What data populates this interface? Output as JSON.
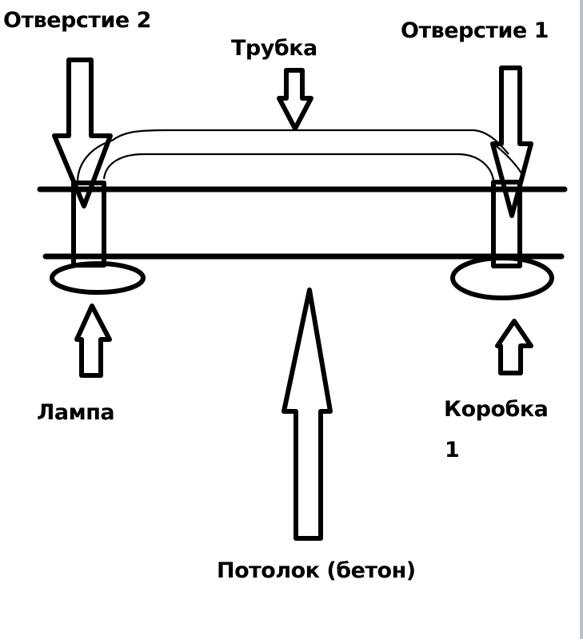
{
  "diagram": {
    "language": "ru",
    "labels": {
      "hole_2": "Отверстие 2",
      "hole_1": "Отверстие 1",
      "tube": "Трубка",
      "lamp": "Лампа",
      "box_1_line1": "Коробка",
      "box_1_line2": "1",
      "ceiling": "Потолок (бетон)"
    },
    "elements": [
      {
        "id": "ceiling-slab",
        "kind": "two parallel horizontal lines"
      },
      {
        "id": "hole-2",
        "kind": "vertical channel through slab",
        "side": "left"
      },
      {
        "id": "hole-1",
        "kind": "vertical channel through slab",
        "side": "right"
      },
      {
        "id": "tube",
        "kind": "bent tube connecting both holes above slab"
      },
      {
        "id": "lamp",
        "kind": "ellipse below hole 2"
      },
      {
        "id": "box-1",
        "kind": "ellipse below hole 1"
      }
    ],
    "arrows": [
      {
        "target": "hole_2",
        "direction": "down"
      },
      {
        "target": "hole_1",
        "direction": "down"
      },
      {
        "target": "tube",
        "direction": "down"
      },
      {
        "target": "lamp",
        "direction": "up"
      },
      {
        "target": "box_1",
        "direction": "up"
      },
      {
        "target": "ceiling",
        "direction": "up"
      }
    ]
  }
}
